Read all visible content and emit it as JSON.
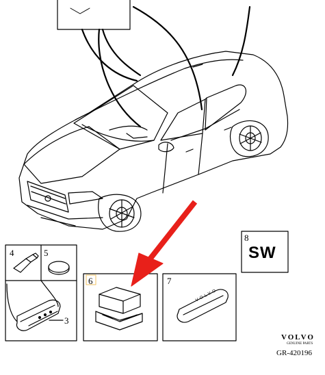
{
  "callouts": {
    "part3": "3",
    "part4": "4",
    "part5": "5",
    "part6": "6",
    "part7": "7",
    "part8": "8"
  },
  "part8_label": "SW",
  "key_fob_text": "VOLVO",
  "brand": {
    "name": "VOLVO",
    "tagline": "GENUINE PARTS"
  },
  "drawing_number": "GR-420196",
  "colors": {
    "line": "#000000",
    "arrow": "#e8201a",
    "highlight_frame": "#f0c060"
  }
}
